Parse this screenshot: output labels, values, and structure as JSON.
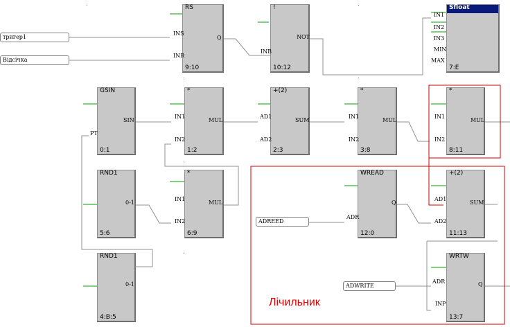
{
  "blocks": {
    "rs": {
      "title": "RS",
      "id": "9:10",
      "in1": "INS",
      "in2": "INR",
      "out": "Q"
    },
    "not": {
      "title": "!",
      "id": "10:12",
      "in1": "INB",
      "out": "NOT"
    },
    "sfloat": {
      "title": "Sfloat",
      "id": "7:E",
      "in1": "IN1",
      "in2": "IN2",
      "in3": "IN3",
      "in4": "MIN",
      "in5": "MAX"
    },
    "gsin": {
      "title": "GSIN",
      "id": "0:1",
      "in1": "PT",
      "out": "SIN"
    },
    "mul12": {
      "title": "*",
      "id": "1:2",
      "in1": "IN1",
      "in2": "IN2",
      "out": "MUL"
    },
    "sum23": {
      "title": "+(2)",
      "id": "2:3",
      "in1": "AD1",
      "in2": "AD2",
      "out": "SUM"
    },
    "mul38": {
      "title": "*",
      "id": "3:8",
      "in1": "IN1",
      "in2": "IN2",
      "out": "MUL"
    },
    "mul811": {
      "title": "*",
      "id": "8:11",
      "in1": "IN1",
      "in2": "IN2",
      "out": "MUL"
    },
    "rnd56": {
      "title": "RND1",
      "id": "5:6",
      "out": "0-1"
    },
    "mul69": {
      "title": "*",
      "id": "6:9",
      "in1": "IN1",
      "in2": "IN2",
      "out": "MUL"
    },
    "wread": {
      "title": "WREAD",
      "id": "12:0",
      "in1": "ADR",
      "out": "Q"
    },
    "sum1113": {
      "title": "+(2)",
      "id": "11:13",
      "in1": "AD1",
      "in2": "AD2",
      "out": "SUM"
    },
    "rnd485": {
      "title": "RND1",
      "id": "4:B:5",
      "out": "0-1"
    },
    "wrtw": {
      "title": "WRTW",
      "id": "13:7",
      "in1": "ADR",
      "in2": "INP",
      "out": "Q"
    }
  },
  "inputs": {
    "trigger": "тригер1",
    "readout": "Відсічка",
    "adreed": "ADREED",
    "adwrite": "ADWRITE"
  },
  "group_label": "Лічильник",
  "colors": {
    "block": "#c8c8c8",
    "wire": "#909090",
    "stub": "#00a000",
    "group": "#d00000",
    "title_bar": "#0a1a7a"
  }
}
